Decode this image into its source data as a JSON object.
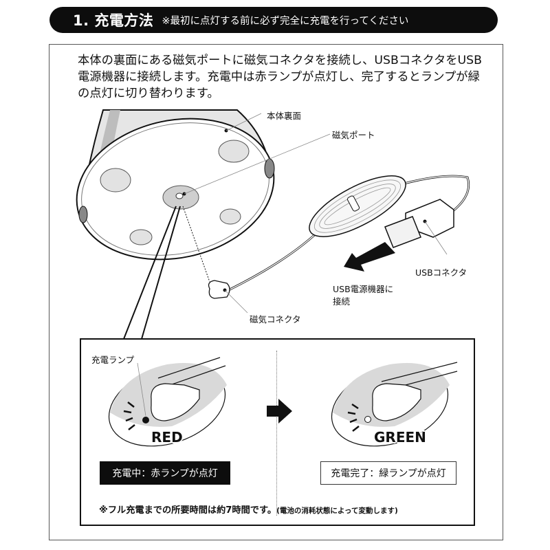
{
  "header": {
    "title": "1. 充電方法",
    "note": "※最初に点灯する前に必ず完全に充電を行ってください"
  },
  "intro": {
    "text": "本体の裏面にある磁気ポートに磁気コネクタを接続し、USBコネクタをUSB電源機器に接続します。充電中は赤ランプが点灯し、完了するとランプが緑の点灯に切り替わります。"
  },
  "labels": {
    "body_back": "本体裏面",
    "magnetic_port": "磁気ポート",
    "usb_connector": "USBコネクタ",
    "usb_power_line1": "USB電源機器に",
    "usb_power_line2": "接続",
    "magnetic_connector": "磁気コネクタ",
    "charge_lamp": "充電ランプ"
  },
  "states": {
    "charging": {
      "color_word": "RED",
      "caption": "充電中：赤ランプが点灯",
      "lamp_color": "#111111"
    },
    "complete": {
      "color_word": "GREEN",
      "caption": "充電完了：緑ランプが点灯",
      "lamp_color": "#ffffff"
    }
  },
  "icons": {
    "transition_arrow": "right-arrow-icon",
    "direction_arrow": "down-left-arrow-icon"
  },
  "footnote": {
    "main": "※フル充電までの所要時間は約7時間です。",
    "sub": "(電池の消耗状態によって変動します)"
  },
  "colors": {
    "header_bg": "#0d0d0d",
    "panel_gray": "#d9d9d9",
    "border": "#111111"
  }
}
